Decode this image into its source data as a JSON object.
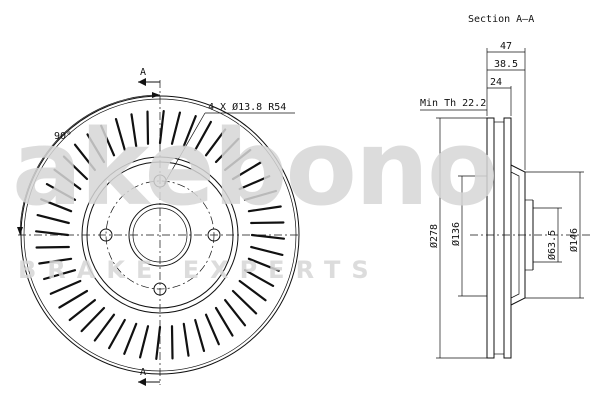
{
  "watermark": {
    "brand": "akebono",
    "tagline": "BRAKE EXPERTS"
  },
  "front_view": {
    "section_marker_top": "A",
    "section_marker_bottom": "A",
    "angle_label": "90°",
    "holes_label": "4 X Ø13.8 R54",
    "bolt_hole_count": 4
  },
  "section_view": {
    "title": "Section A–A",
    "dim_overall_width": "47",
    "dim_hat_depth": "38.5",
    "dim_thickness": "24",
    "min_thickness_label": "Min Th 22.2",
    "dim_outer_diameter": "Ø278",
    "dim_center_bore_136": "Ø136",
    "dim_center_bore_63": "Ø63.5",
    "dim_hat_146": "Ø146"
  }
}
